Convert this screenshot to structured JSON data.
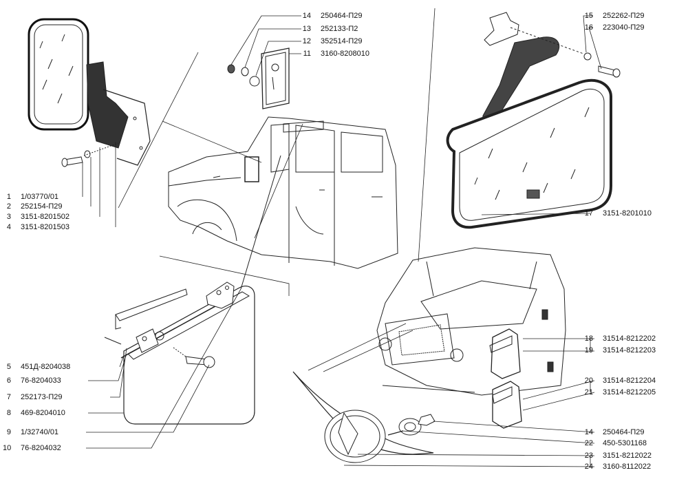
{
  "callouts_left": [
    {
      "num": "1",
      "code": "1/03770/01"
    },
    {
      "num": "2",
      "code": "252154-П29"
    },
    {
      "num": "3",
      "code": "3151-8201502"
    },
    {
      "num": "4",
      "code": "3151-8201503"
    },
    {
      "num": "5",
      "code": "451Д-8204038"
    },
    {
      "num": "6",
      "code": "76-8204033"
    },
    {
      "num": "7",
      "code": "252173-П29"
    },
    {
      "num": "8",
      "code": "469-8204010"
    },
    {
      "num": "9",
      "code": "1/32740/01"
    },
    {
      "num": "10",
      "code": "76-8204032"
    }
  ],
  "callouts_top": [
    {
      "num": "14",
      "code": "250464-П29"
    },
    {
      "num": "13",
      "code": "252133-П2"
    },
    {
      "num": "12",
      "code": "352514-П29"
    },
    {
      "num": "11",
      "code": "3160-8208010"
    }
  ],
  "callouts_right": [
    {
      "num": "15",
      "code": "252262-П29"
    },
    {
      "num": "16",
      "code": "223040-П29"
    },
    {
      "num": "17",
      "code": "3151-8201010"
    },
    {
      "num": "18",
      "code": "31514-8212202"
    },
    {
      "num": "19",
      "code": "31514-8212203"
    },
    {
      "num": "20",
      "code": "31514-8212204"
    },
    {
      "num": "21",
      "code": "31514-8212205"
    },
    {
      "num": "14",
      "code": "250464-П29"
    },
    {
      "num": "22",
      "code": "450-5301168"
    },
    {
      "num": "23",
      "code": "3151-8212022"
    },
    {
      "num": "24",
      "code": "3160-8112022"
    }
  ]
}
